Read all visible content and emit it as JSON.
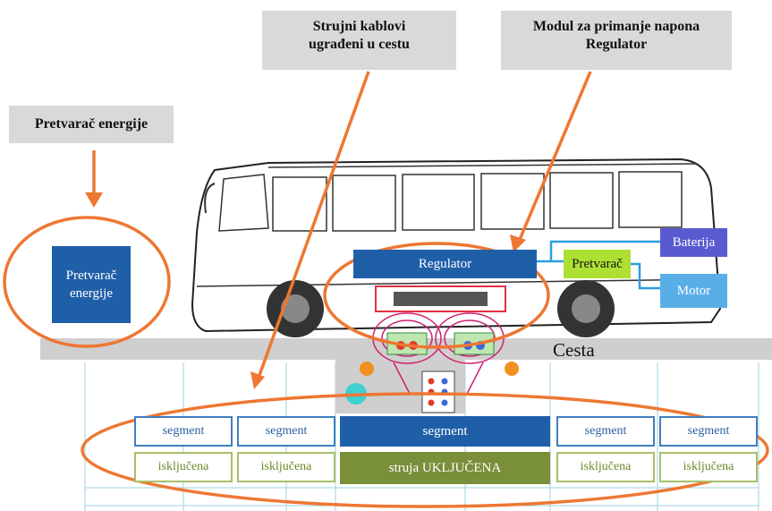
{
  "callouts": {
    "converter": "Pretvarač energije",
    "cables_line1": "Strujni kablovi",
    "cables_line2": "ugrađeni u cestu",
    "module_line1": "Modul za primanje napona",
    "module_line2": "Regulator"
  },
  "boxes": {
    "converter_line1": "Pretvarač",
    "converter_line2": "energije",
    "regulator": "Regulator",
    "pretvarac": "Pretvarač",
    "baterija": "Baterija",
    "motor": "Motor",
    "cesta": "Cesta"
  },
  "segments": [
    {
      "segment": "segment",
      "state": "isključena",
      "active": false
    },
    {
      "segment": "segment",
      "state": "isključena",
      "active": false
    },
    {
      "segment": "segment",
      "state": "struja UKLJUČENA",
      "active": true
    },
    {
      "segment": "segment",
      "state": "isključena",
      "active": false
    },
    {
      "segment": "segment",
      "state": "isključena",
      "active": false
    }
  ],
  "colors": {
    "orange": "#ee7733",
    "dark_blue": "#1f5fa8",
    "light_blue": "#5aaee8",
    "green": "#aee033",
    "active_state": "#7a8f3a",
    "road": "#cfcfcf"
  }
}
